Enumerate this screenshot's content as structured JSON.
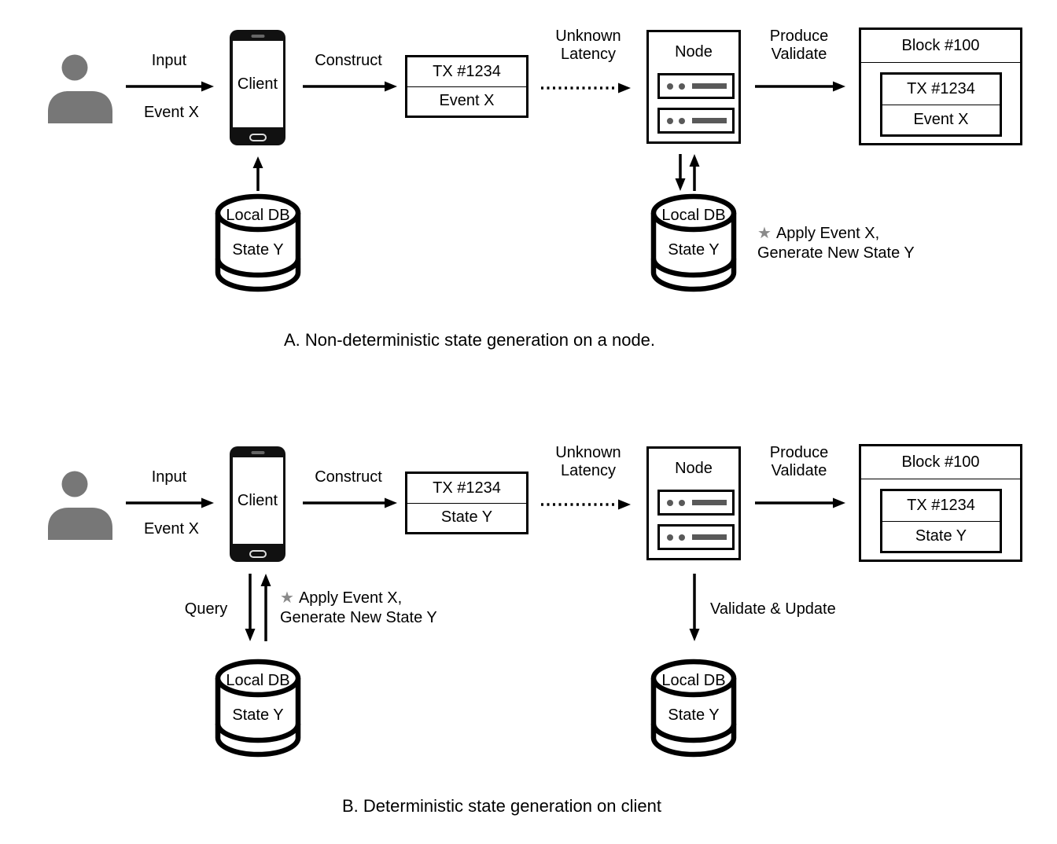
{
  "diagram_a": {
    "caption": "A. Non-deterministic state generation on a node.",
    "labels": {
      "input": "Input",
      "input_event": "Event X",
      "construct": "Construct",
      "latency1": "Unknown",
      "latency2": "Latency",
      "produce1": "Produce",
      "produce2": "Validate"
    },
    "client": "Client",
    "tx_box": {
      "row1": "TX #1234",
      "row2": "Event X"
    },
    "node": "Node",
    "block": {
      "title": "Block #100",
      "row1": "TX #1234",
      "row2": "Event X"
    },
    "client_db": {
      "title": "Local DB",
      "value": "State Y"
    },
    "node_db": {
      "title": "Local DB",
      "value": "State Y"
    },
    "annotation": {
      "star": "★",
      "line1": "Apply Event X,",
      "line2": "Generate New State Y"
    }
  },
  "diagram_b": {
    "caption": "B. Deterministic state generation on client",
    "labels": {
      "input": "Input",
      "input_event": "Event X",
      "construct": "Construct",
      "latency1": "Unknown",
      "latency2": "Latency",
      "produce1": "Produce",
      "produce2": "Validate",
      "query": "Query",
      "validate_update": "Validate & Update"
    },
    "client": "Client",
    "tx_box": {
      "row1": "TX #1234",
      "row2": "State Y"
    },
    "node": "Node",
    "block": {
      "title": "Block #100",
      "row1": "TX #1234",
      "row2": "State Y"
    },
    "client_db": {
      "title": "Local DB",
      "value": "State Y"
    },
    "node_db": {
      "title": "Local DB",
      "value": "State Y"
    },
    "annotation": {
      "star": "★",
      "line1": "Apply Event X,",
      "line2": "Generate New State Y"
    }
  },
  "colors": {
    "stroke": "#000000",
    "person_gray": "#777777",
    "server_gray": "#595959",
    "star_gray": "#8a8a8a"
  }
}
